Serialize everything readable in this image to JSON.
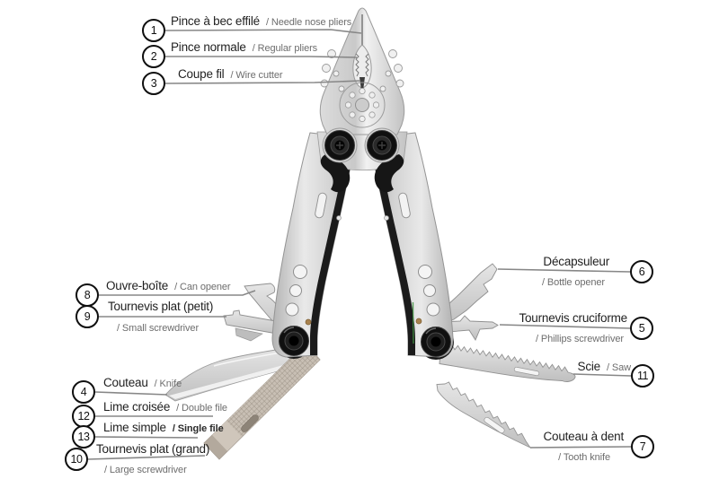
{
  "colors": {
    "background": "#ffffff",
    "french_text": "#1f1f1f",
    "english_text": "#6d6d6d",
    "leader_line": "#878787",
    "badge_border": "#0f0f0f",
    "metal_light": "#e9e9e9",
    "metal_dark": "#a8a8a8",
    "bolt_black": "#101010",
    "file_texture": "#c8bfb4"
  },
  "callouts": [
    {
      "num": "1",
      "fr": "Pince à bec effilé",
      "en": "/ Needle nose pliers"
    },
    {
      "num": "2",
      "fr": "Pince normale",
      "en": "/ Regular pliers"
    },
    {
      "num": "3",
      "fr": "Coupe fil",
      "en": "/ Wire cutter"
    },
    {
      "num": "4",
      "fr": "Couteau",
      "en": "/ Knife"
    },
    {
      "num": "5",
      "fr": "Tournevis cruciforme",
      "en": "/ Phillips screwdriver"
    },
    {
      "num": "6",
      "fr": "Décapsuleur",
      "en": "/ Bottle opener"
    },
    {
      "num": "7",
      "fr": "Couteau à dent",
      "en": "/ Tooth knife"
    },
    {
      "num": "8",
      "fr": "Ouvre-boîte",
      "en": "/ Can opener"
    },
    {
      "num": "9",
      "fr": "Tournevis plat (petit)",
      "en": "/ Small screwdriver"
    },
    {
      "num": "10",
      "fr": "Tournevis plat (grand)",
      "en": "/ Large screwdriver"
    },
    {
      "num": "11",
      "fr": "Scie",
      "en": "/ Saw"
    },
    {
      "num": "12",
      "fr": "Lime croisée",
      "en": "/ Double file"
    },
    {
      "num": "13",
      "fr": "Lime simple",
      "en": "/ Single file",
      "en_style": "bold"
    }
  ]
}
